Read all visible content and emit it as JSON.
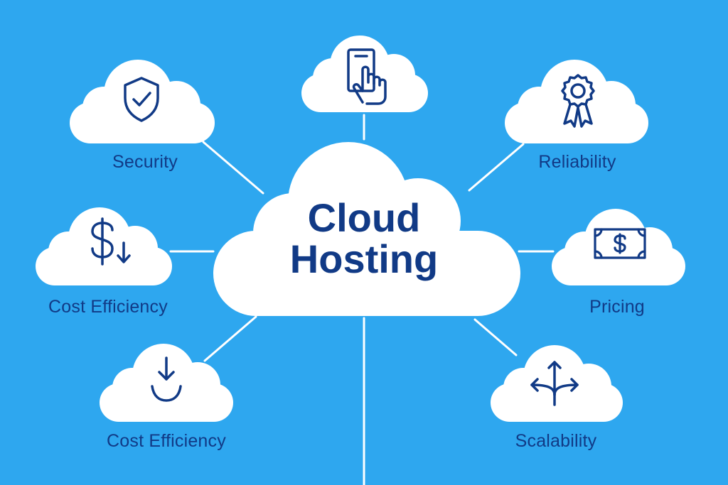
{
  "center": {
    "line1": "Cloud",
    "line2": "Hosting"
  },
  "nodes": [
    {
      "label": "",
      "icon": "hand-tap-phone-icon"
    },
    {
      "label": "Security",
      "icon": "shield-check-icon"
    },
    {
      "label": "Reliability",
      "icon": "award-ribbon-icon"
    },
    {
      "label": "Cost Efficiency",
      "icon": "dollar-down-icon"
    },
    {
      "label": "Pricing",
      "icon": "banknote-icon"
    },
    {
      "label": "Cost Efficiency",
      "icon": "download-arrow-icon"
    },
    {
      "label": "Scalability",
      "icon": "branching-arrows-icon"
    }
  ],
  "colors": {
    "background": "#2ea7ef",
    "cloud": "#ffffff",
    "ink": "#113a86",
    "connector": "#ffffff"
  }
}
